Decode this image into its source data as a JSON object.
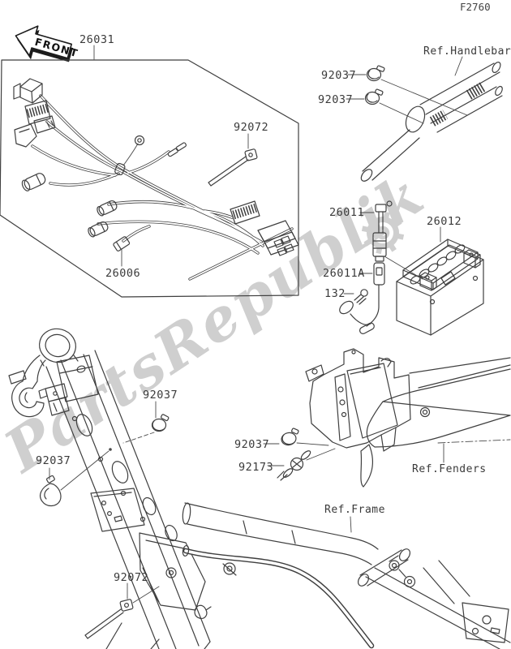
{
  "figure": {
    "code": "F2760"
  },
  "front_indicator": "FRONT",
  "watermark": {
    "text": "PartsRepublik",
    "color": "#cdcdcd"
  },
  "callouts": {
    "harness": "26031",
    "tie_top": "92072",
    "clamp_hb_upper": "92037",
    "clamp_hb_lower": "92037",
    "ref_handlebar": "Ref.Handlebar",
    "battery_cable": "26011",
    "battery": "26012",
    "battery_cable_a": "26011A",
    "bolt": "132",
    "fuse": "26006",
    "clamp_frame_right": "92037",
    "clamp_frame_left": "92037",
    "clamp_tray": "92037",
    "damper": "92173",
    "ref_fenders": "Ref.Fenders",
    "ref_frame": "Ref.Frame",
    "tie_bottom": "92072"
  }
}
